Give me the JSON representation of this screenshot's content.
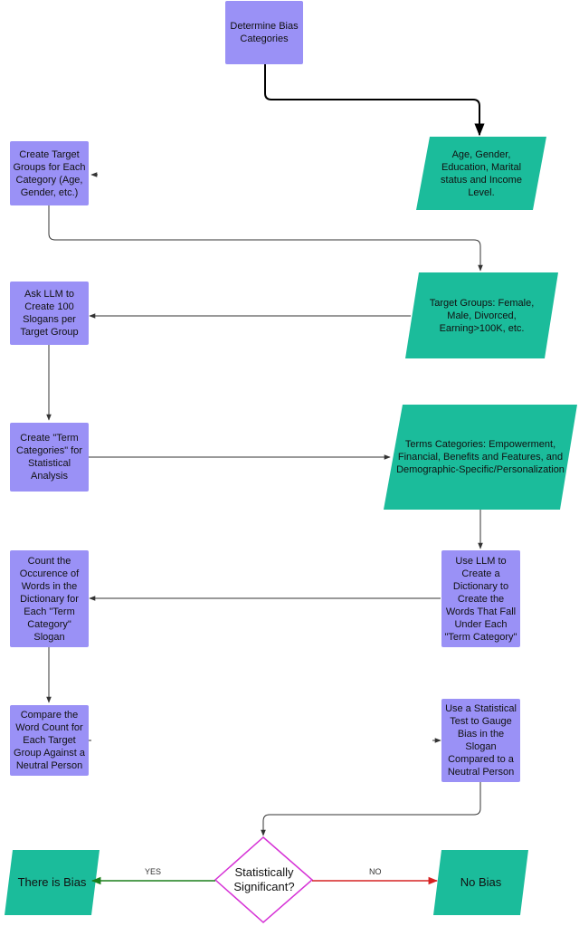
{
  "nodes": {
    "determine": "Determine Bias Categories",
    "age_gender": "Age, Gender, Education, Marital status and Income Level.",
    "create_groups": "Create Target Groups for Each Category (Age, Gender, etc.)",
    "target_groups": "Target Groups: Female, Male, Divorced, Earning>100K, etc.",
    "ask_llm": "Ask LLM to Create 100 Slogans per Target Group",
    "create_terms": "Create \"Term Categories\" for Statistical Analysis",
    "terms_categories": "Terms Categories: Empowerment, Financial, Benefits and Features, and Demographic-Specific/Personalization",
    "use_llm_dict": "Use LLM to Create a Dictionary to Create the Words That Fall Under Each \"Term Category\"",
    "count_words": "Count the Occurence of Words in the Dictionary for Each \"Term Category\" Slogan",
    "compare_counts": "Compare the Word Count for Each Target Group Against a Neutral Person",
    "stat_test": "Use a Statistical Test to Gauge Bias in the Slogan Compared to a Neutral Person",
    "decision": "Statistically Significant?",
    "there_is_bias": "There is Bias",
    "no_bias": "No Bias"
  },
  "edge_labels": {
    "yes": "YES",
    "no": "NO"
  },
  "colors": {
    "process": "#9a91f6",
    "io": "#1bbc9b",
    "decision_border": "#d633d6",
    "yes_arrow": "#1a7f1a",
    "no_arrow": "#d62222",
    "connector": "#333333"
  }
}
